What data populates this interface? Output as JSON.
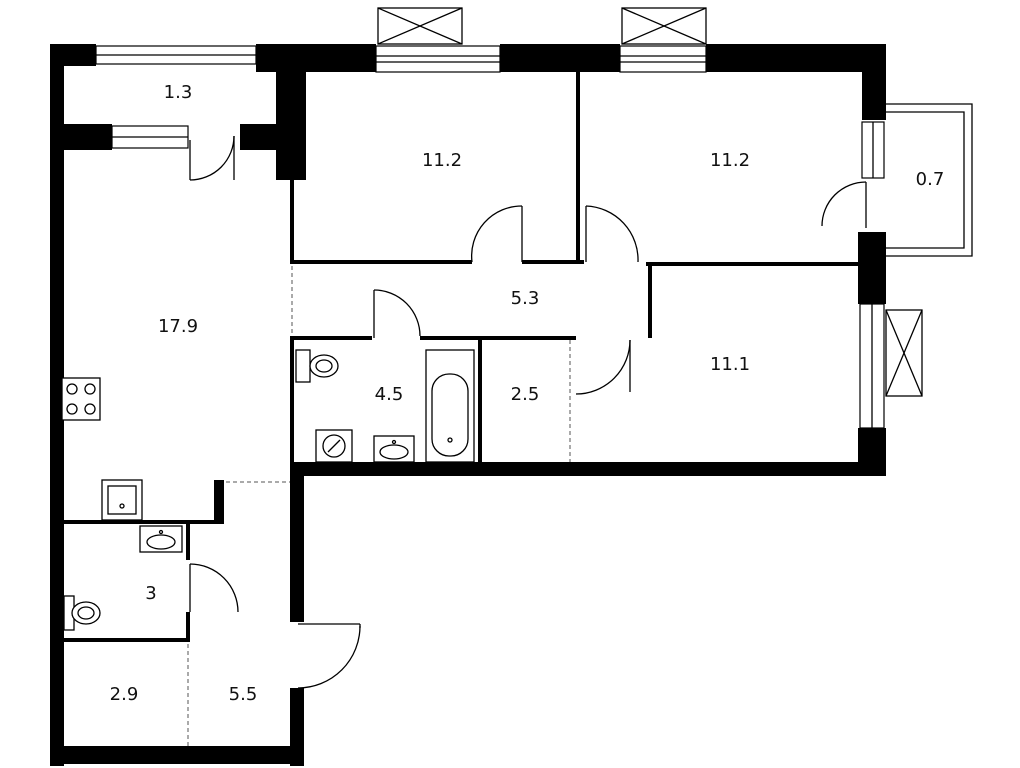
{
  "rooms": [
    {
      "id": "loggia-top",
      "area": "1.3"
    },
    {
      "id": "kitchen-living",
      "area": "17.9"
    },
    {
      "id": "bedroom-1",
      "area": "11.2"
    },
    {
      "id": "bedroom-2",
      "area": "11.2"
    },
    {
      "id": "balcony",
      "area": "0.7"
    },
    {
      "id": "hall",
      "area": "5.3"
    },
    {
      "id": "bathroom",
      "area": "4.5"
    },
    {
      "id": "closet",
      "area": "2.5"
    },
    {
      "id": "bedroom-3",
      "area": "11.1"
    },
    {
      "id": "wc",
      "area": "3"
    },
    {
      "id": "storage",
      "area": "2.9"
    },
    {
      "id": "entrance-hall",
      "area": "5.5"
    }
  ],
  "colors": {
    "wall": "#000000",
    "background": "#ffffff",
    "label": "#111111"
  }
}
